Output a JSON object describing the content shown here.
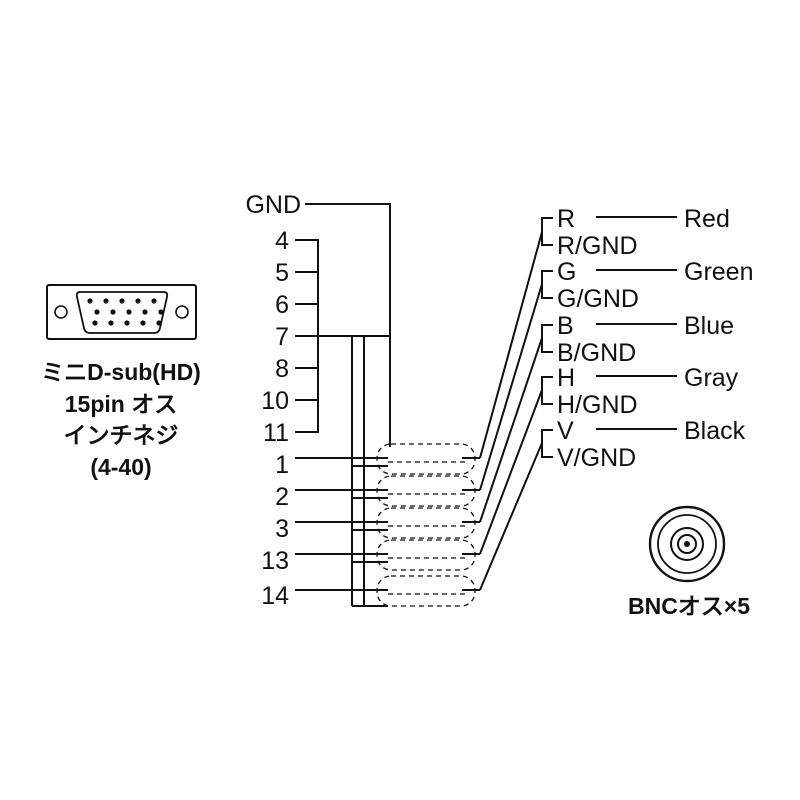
{
  "connector": {
    "name_lines": [
      "ミニD-sub(HD)",
      "15pin オス",
      "インチネジ",
      "(4-40)"
    ],
    "icon": "vga-connector-icon"
  },
  "pins": {
    "gnd": "GND",
    "ground_group": [
      "4",
      "5",
      "6",
      "7",
      "8",
      "10",
      "11"
    ],
    "signal_pins": [
      "1",
      "2",
      "3",
      "13",
      "14"
    ]
  },
  "signals": [
    {
      "signal": "R",
      "ground": "R/GND",
      "color": "Red"
    },
    {
      "signal": "G",
      "ground": "G/GND",
      "color": "Green"
    },
    {
      "signal": "B",
      "ground": "B/GND",
      "color": "Blue"
    },
    {
      "signal": "H",
      "ground": "H/GND",
      "color": "Gray"
    },
    {
      "signal": "V",
      "ground": "V/GND",
      "color": "Black"
    }
  ],
  "bnc": {
    "label": "BNCオス×5",
    "icon": "bnc-connector-icon"
  }
}
